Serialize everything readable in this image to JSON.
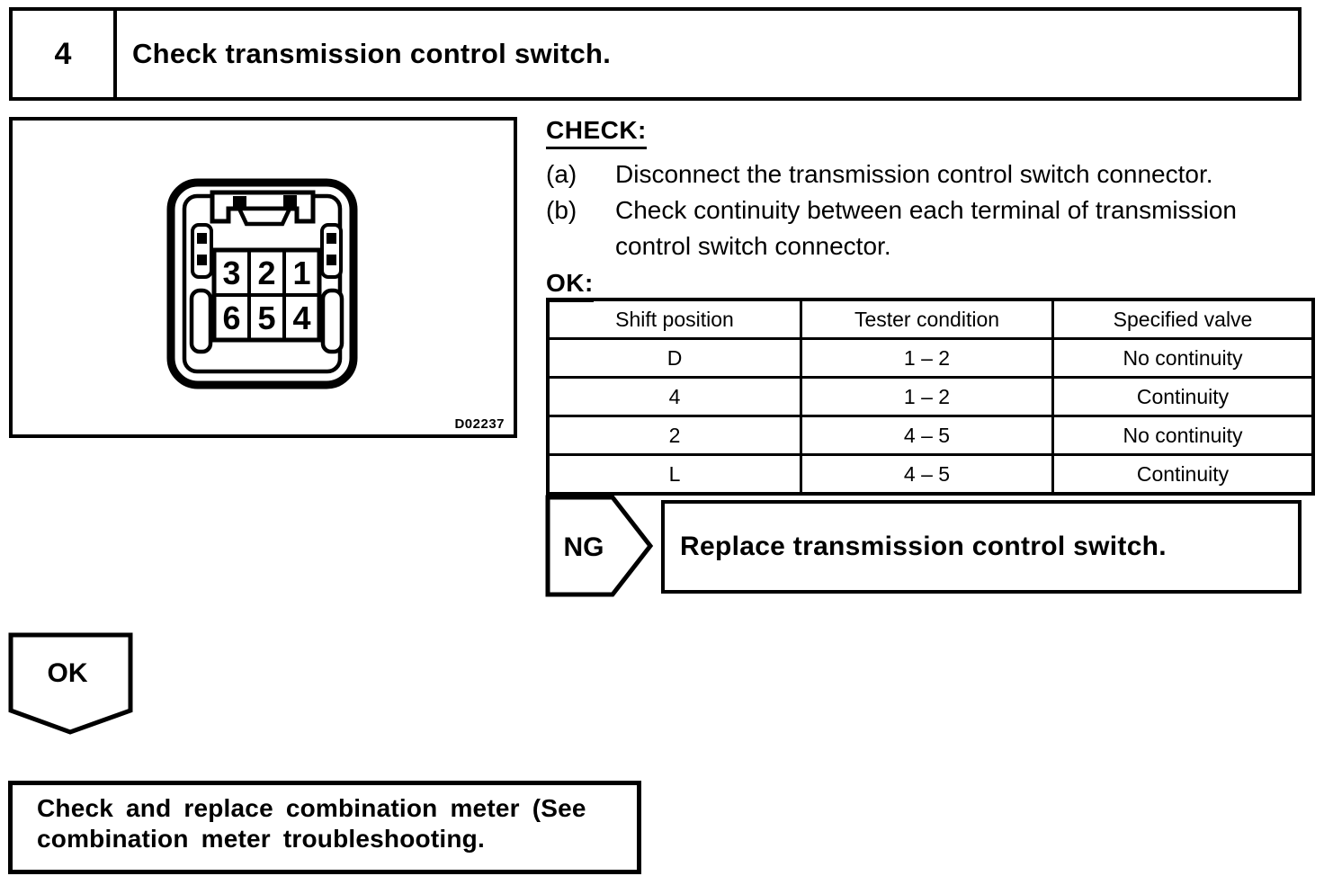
{
  "step_header": {
    "number": "4",
    "title": "Check transmission control switch."
  },
  "figure": {
    "code": "D02237",
    "connector": {
      "terminals_top_row": [
        "3",
        "2",
        "1"
      ],
      "terminals_bottom_row": [
        "6",
        "5",
        "4"
      ]
    }
  },
  "check_section": {
    "heading": "CHECK:",
    "steps": [
      {
        "label": "(a)",
        "text": "Disconnect the transmission control switch connector."
      },
      {
        "label": "(b)",
        "text": "Check continuity between each terminal of transmission control switch connector."
      }
    ],
    "ok_heading": "OK:"
  },
  "table": {
    "headers": [
      "Shift position",
      "Tester condition",
      "Specified valve"
    ],
    "rows": [
      [
        "D",
        "1 – 2",
        "No continuity"
      ],
      [
        "4",
        "1 – 2",
        "Continuity"
      ],
      [
        "2",
        "4 – 5",
        "No continuity"
      ],
      [
        "L",
        "4 – 5",
        "Continuity"
      ]
    ]
  },
  "ng_flow": {
    "label": "NG",
    "action": "Replace transmission control switch."
  },
  "ok_flow": {
    "label": "OK"
  },
  "result_box": {
    "line1": "Check and replace combination meter (See",
    "line2": "combination meter troubleshooting."
  },
  "colors": {
    "ink": "#000000",
    "paper": "#ffffff"
  }
}
